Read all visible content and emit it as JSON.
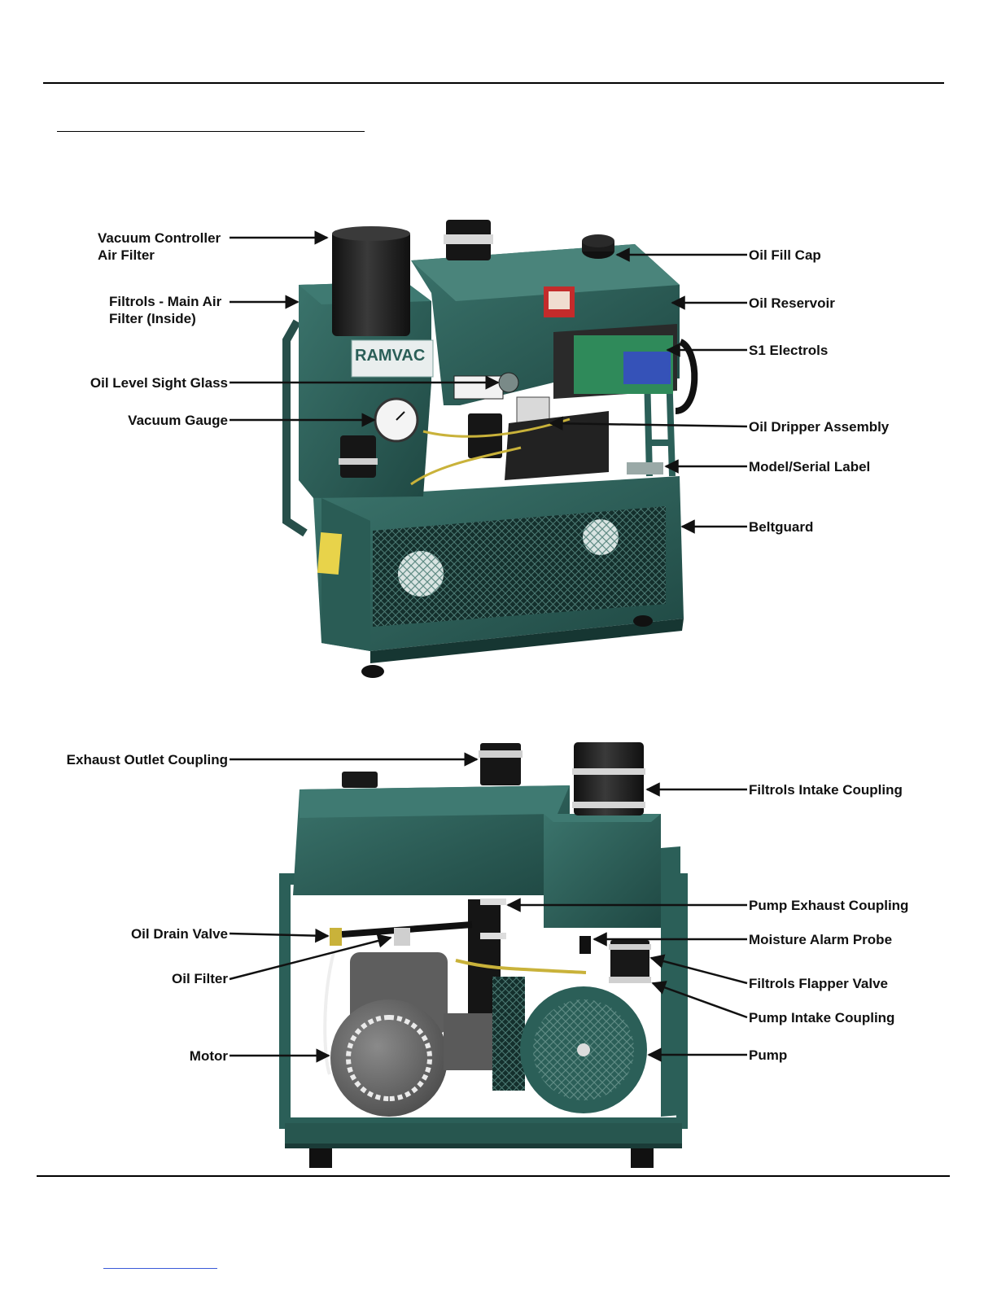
{
  "colors": {
    "body": "#2b5f58",
    "body_dark": "#1d433f",
    "body_light": "#3f7a72",
    "filter_black": "#1d1d1d",
    "brass": "#c9b23a",
    "motor_gray": "#6b6b6b",
    "rule": "#000000",
    "link_blue": "#3a5ad8"
  },
  "labels": {
    "vac_ctrl_1": "Vacuum Controller",
    "vac_ctrl_2": "Air Filter",
    "filtrols_main_1": "Filtrols - Main Air",
    "filtrols_main_2": "Filter (Inside)",
    "oil_sight": "Oil Level Sight Glass",
    "vac_gauge": "Vacuum Gauge",
    "oil_fill": "Oil Fill Cap",
    "oil_res": "Oil Reservoir",
    "s1": "S1 Electrols",
    "dripper": "Oil Dripper Assembly",
    "model": "Model/Serial Label",
    "belt": "Beltguard",
    "exhaust_outlet": "Exhaust Outlet Coupling",
    "filtrols_intake": "Filtrols Intake Coupling",
    "pump_exhaust": "Pump Exhaust Coupling",
    "moisture": "Moisture Alarm Probe",
    "oil_drain": "Oil Drain Valve",
    "oil_filter": "Oil Filter",
    "flapper": "Filtrols Flapper Valve",
    "pump_intake": "Pump Intake Coupling",
    "motor": "Motor",
    "pump": "Pump"
  },
  "product_text": {
    "brand": "RAMVAC"
  }
}
